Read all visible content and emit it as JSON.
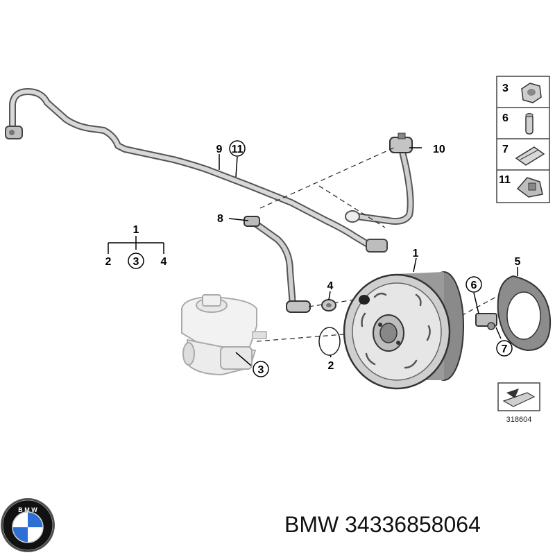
{
  "diagram": {
    "labels": {
      "part_1": "1",
      "part_2": "2",
      "part_3": "3",
      "part_4": "4",
      "part_5": "5",
      "part_6": "6",
      "part_7": "7",
      "part_8": "8",
      "part_9": "9",
      "part_10": "10",
      "part_11": "11",
      "legend_1": "1",
      "legend_2": "2",
      "legend_3": "3",
      "legend_4": "4",
      "kit_3": "3",
      "kit_6": "6",
      "kit_7": "7",
      "kit_11": "11",
      "drawing_number": "318604"
    }
  },
  "caption": {
    "brand": "BMW",
    "part_number": "34336858064"
  },
  "logo": {
    "name": "bmw-roundel",
    "colors": {
      "ring": "#111111",
      "blue": "#2e6fd6",
      "white": "#ffffff"
    }
  }
}
